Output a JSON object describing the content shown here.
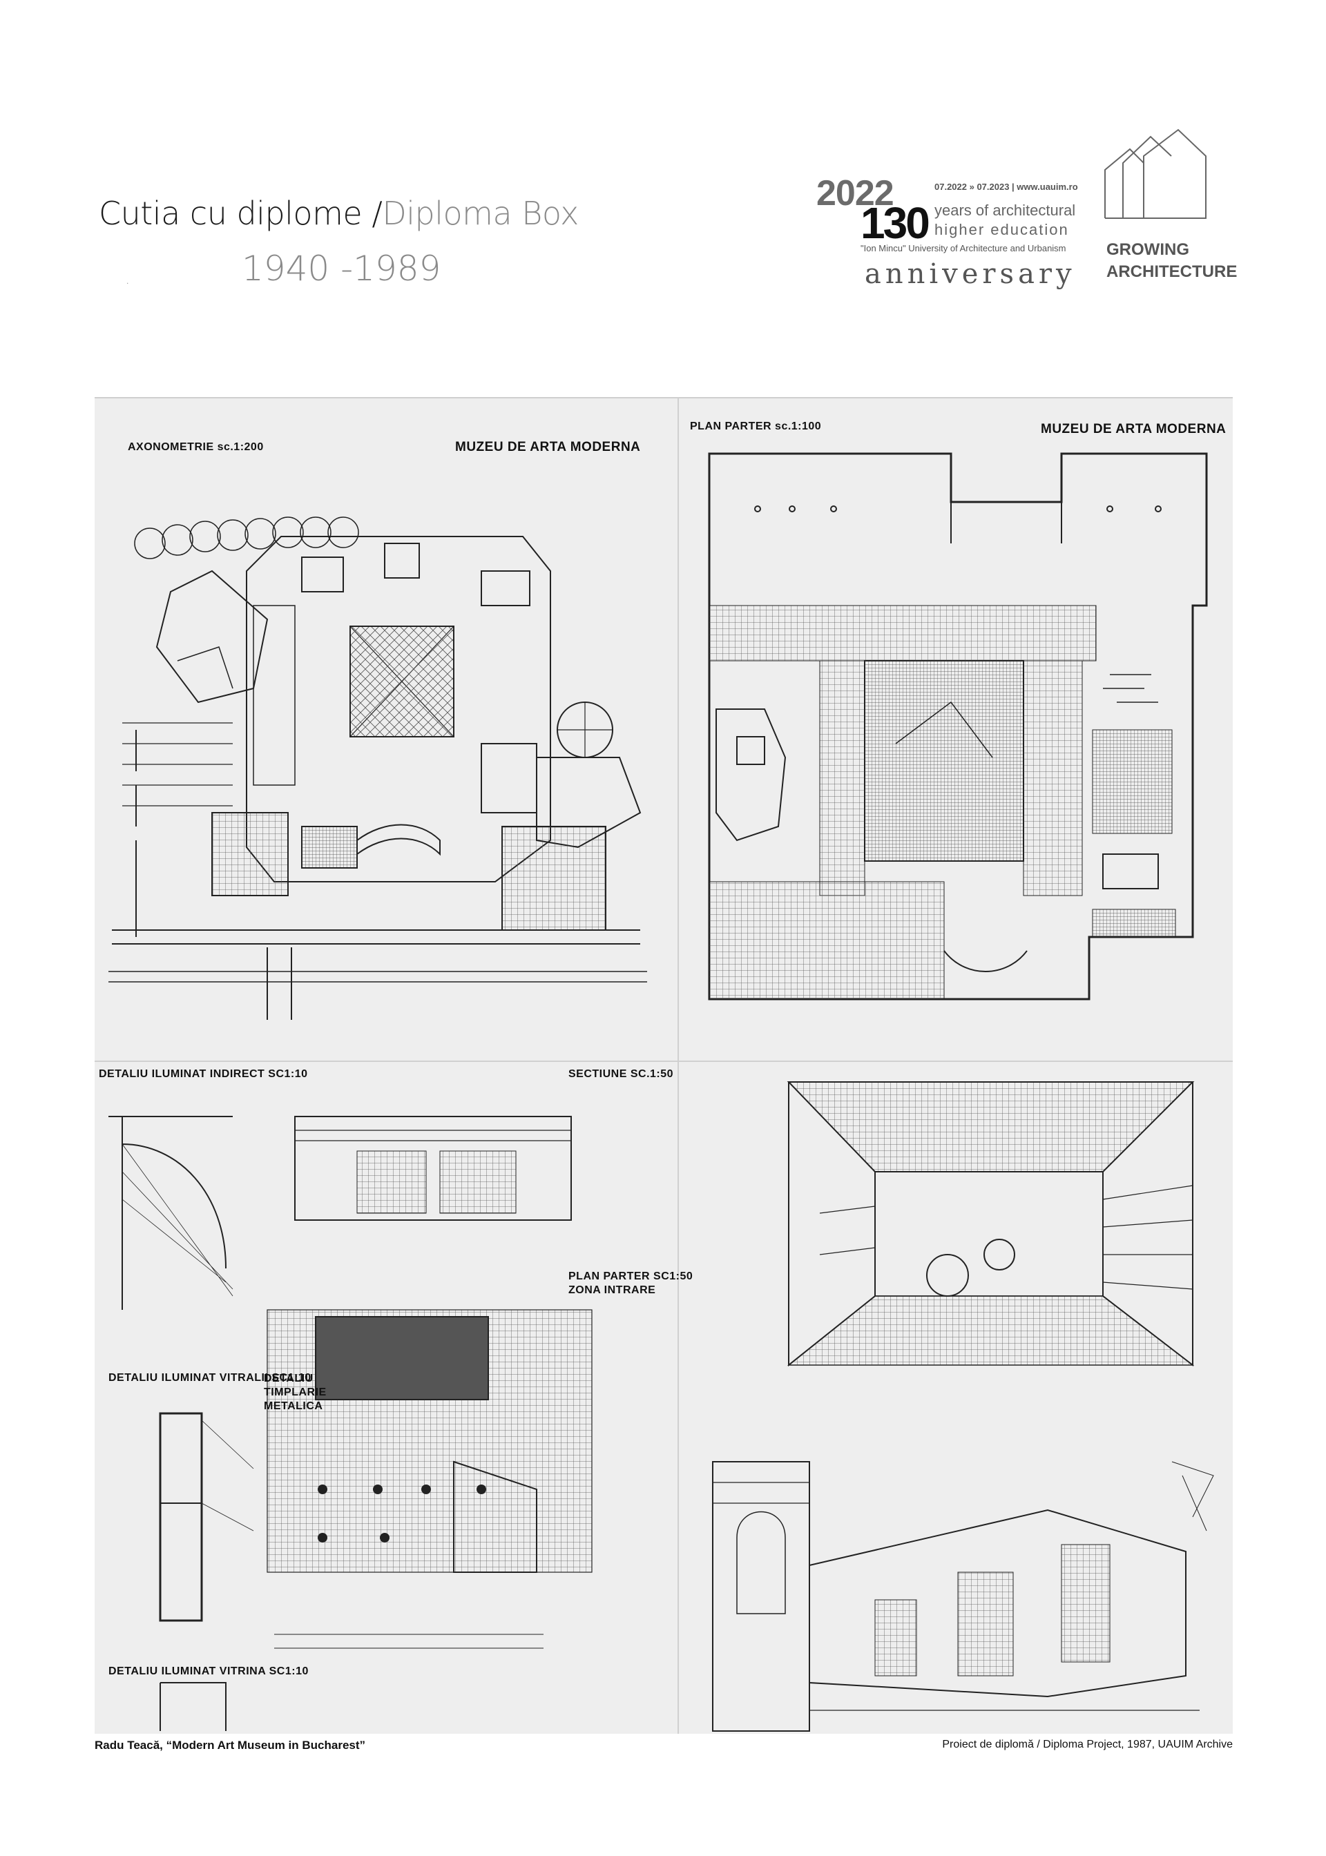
{
  "header": {
    "title_ro": "Cutia cu diplome",
    "separator": "/",
    "title_en": "Diploma Box",
    "years": "1940 -1989",
    "dot": "."
  },
  "logo": {
    "year": "2022",
    "number": "130",
    "dates": "07.2022 » 07.2023 | www.uauim.ro",
    "line1": "years of architectural",
    "line2": "higher education",
    "university": "\"Ion Mincu\" University of Architecture and Urbanism",
    "anniversary": "anniversary"
  },
  "brand": {
    "line1": "GROWING",
    "line2": "ARCHITECTURE"
  },
  "sheets": {
    "axon_label": "AXONOMETRIE sc.1:200",
    "axon_title": "MUZEU DE ARTA MODERNA",
    "plan_label": "PLAN PARTER sc.1:100",
    "plan_title": "MUZEU DE ARTA MODERNA",
    "detail1": "DETALIU ILUMINAT INDIRECT SC1:10",
    "section": "SECTIUNE SC.1:50",
    "plan_entry_1": "PLAN PARTER SC1:50",
    "plan_entry_2": "ZONA INTRARE",
    "detail2": "DETALIU ILUMINAT VITRALII SC1:10",
    "detail3_1": "DETALIU",
    "detail3_2": "TIMPLARIE",
    "detail3_3": "METALICA",
    "detail4": "DETALIU ILUMINAT VITRINA SC1:10"
  },
  "caption": {
    "left": "Radu Teacă, “Modern Art Museum in Bucharest”",
    "right": "Proiect de diplomă / Diploma Project, 1987, UAUIM Archive"
  }
}
